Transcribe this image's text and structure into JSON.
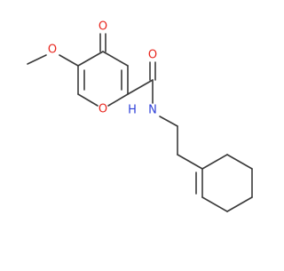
{
  "molecule": {
    "atom_labels": {
      "ring_oxygen": "O",
      "keto_oxygen": "O",
      "methoxy_oxygen": "O",
      "amide_oxygen": "O",
      "amide_nitrogen": "N",
      "amide_hydrogen": "H"
    },
    "colors": {
      "bond": "#3a3a3a",
      "oxygen": "#e8261e",
      "nitrogen": "#2d3fd8",
      "background": "#ffffff"
    }
  }
}
